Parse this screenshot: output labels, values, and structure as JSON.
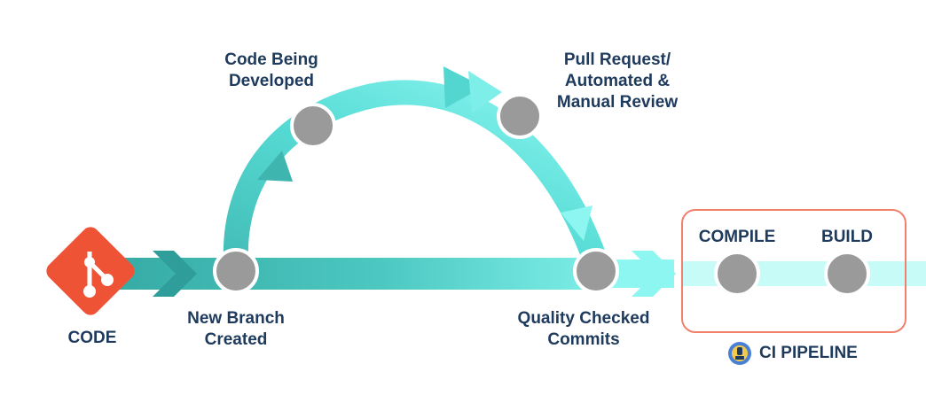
{
  "diagram": {
    "labels": {
      "code": "CODE",
      "new_branch": [
        "New Branch",
        "Created"
      ],
      "code_being_developed": [
        "Code Being",
        "Developed"
      ],
      "pull_request": [
        "Pull Request/",
        "Automated &",
        "Manual Review"
      ],
      "quality_checked": [
        "Quality Checked",
        "Commits"
      ],
      "compile": "COMPILE",
      "build": "BUILD",
      "ci_pipeline": "CI PIPELINE"
    },
    "icons": {
      "git": "git-logo-icon",
      "ci": "ci-pipeline-icon"
    },
    "colors": {
      "dark_teal": "#3bb3ad",
      "mid_teal": "#52d6cf",
      "light_aqua": "#8ef6f1",
      "pale_aqua": "#bff9f6",
      "node_gray": "#9a9a9a",
      "label_navy": "#1e3a5c",
      "git_orange": "#ef5336",
      "pipeline_border": "#f1806b"
    }
  }
}
